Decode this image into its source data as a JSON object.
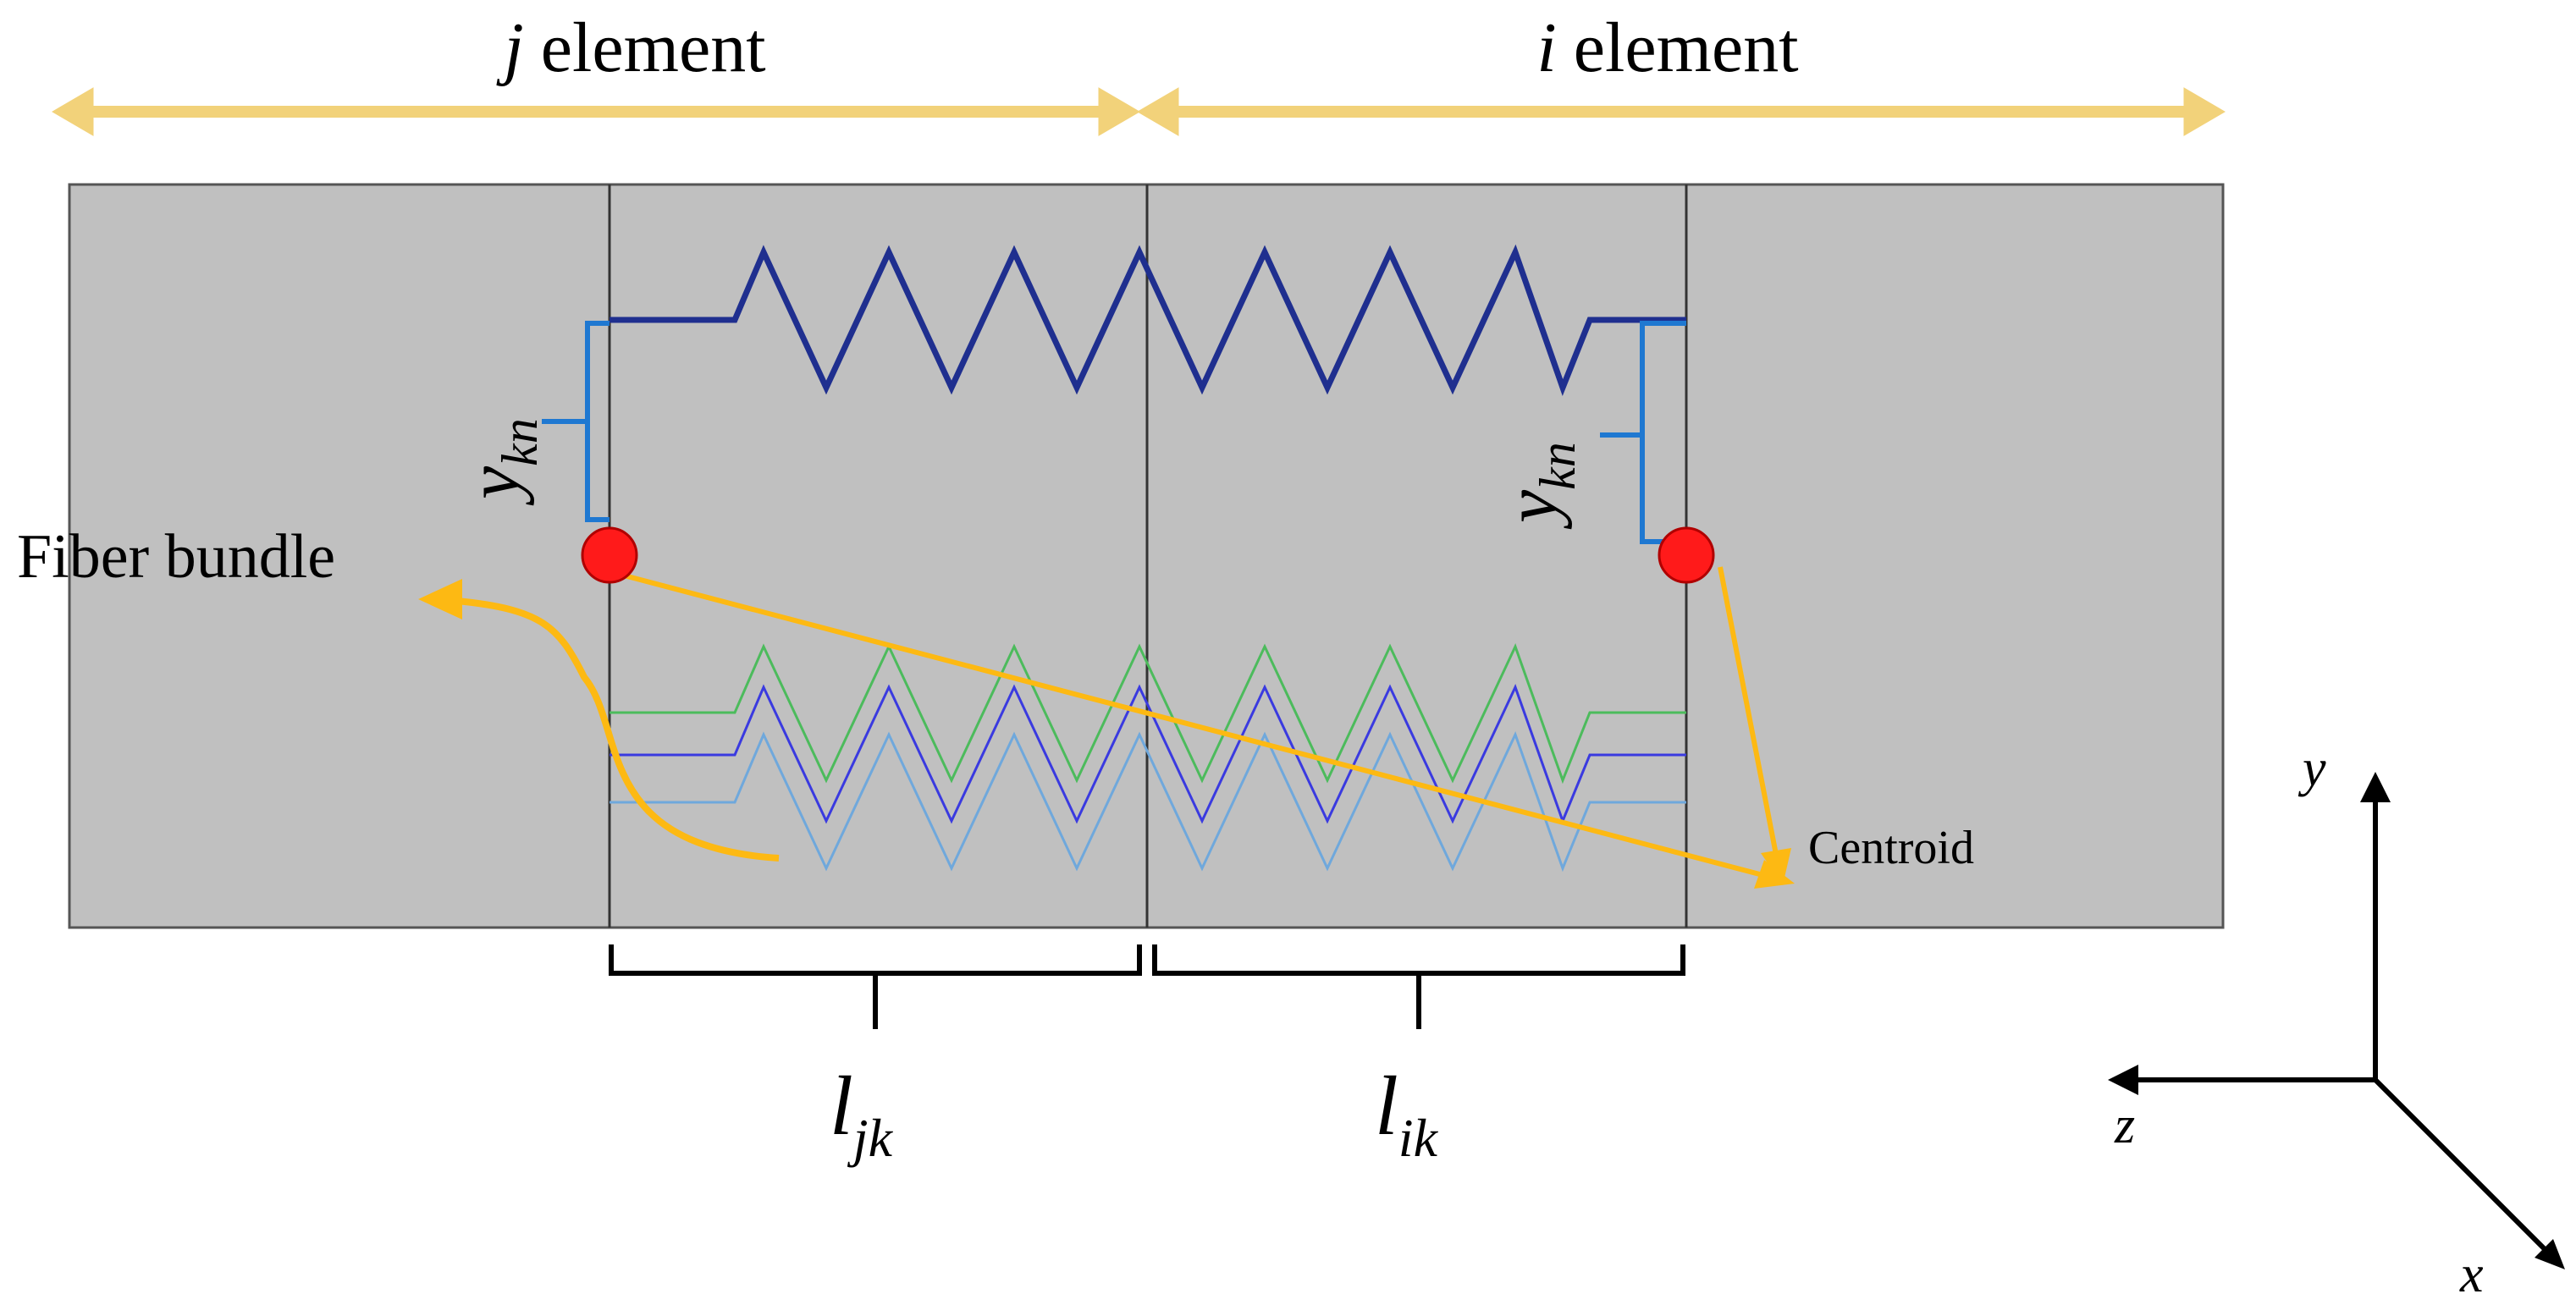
{
  "labels": {
    "j_element": {
      "var": "j",
      "word": "element"
    },
    "i_element": {
      "var": "i",
      "word": "element"
    },
    "fiber_bundle": "Fiber bundle",
    "centroid": "Centroid",
    "ykn_left": {
      "base": "y",
      "sub": "kn"
    },
    "ykn_right": {
      "base": "y",
      "sub": "kn"
    },
    "l_jk": {
      "base": "l",
      "sub": "jk"
    },
    "l_ik": {
      "base": "l",
      "sub": "ik"
    }
  },
  "axes": {
    "y": "y",
    "z": "z",
    "x": "x"
  },
  "colors": {
    "block_fill": "#c0c0c0",
    "block_stroke": "#555555",
    "element_arrow": "#f2d27a",
    "main_spring": "#1f2f8f",
    "ykn_bracket": "#1f78d1",
    "node": "#ff1a1a",
    "pointer_arrow": "#fdb913",
    "fiber_green": "#4cbb5c",
    "fiber_blue": "#3a3ae0",
    "fiber_light": "#6fa8dc",
    "bracket": "#000000"
  }
}
